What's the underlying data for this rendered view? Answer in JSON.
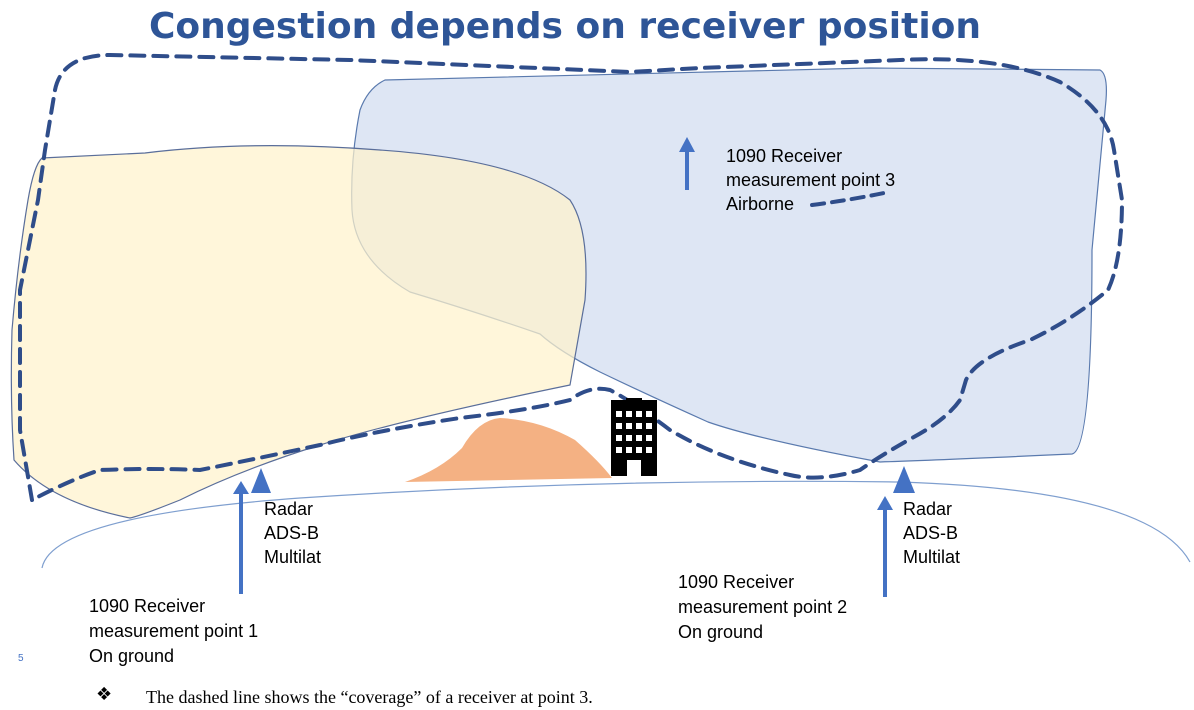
{
  "title": "Congestion depends on receiver position",
  "labels": {
    "point1": [
      "1090 Receiver",
      "measurement point 1",
      "On ground"
    ],
    "point2": [
      "1090 Receiver",
      "measurement point 2",
      "On ground"
    ],
    "point3": [
      "1090 Receiver",
      "measurement point 3",
      "Airborne"
    ],
    "station1": [
      "Radar",
      "ADS-B",
      "Multilat"
    ],
    "station2": [
      "Radar",
      "ADS-B",
      "Multilat"
    ]
  },
  "slide_number": "5",
  "caption": {
    "bullet_symbol": "❖",
    "text": "The dashed line shows the “coverage” of a receiver at point 3."
  },
  "colors": {
    "title": "#2E5597",
    "dashed_line": "#2F4D8A",
    "coverage_blue_fill": "#DAE3F3",
    "coverage_blue_stroke": "#5A7AAE",
    "coverage_yellow_fill": "#FFF2CC",
    "coverage_yellow_stroke": "#5A6E9A",
    "arrow": "#4472C4",
    "antenna": "#4472C4",
    "mountain": "#F4B183",
    "building": "#000000",
    "ground_line": "#7F9FCF"
  }
}
